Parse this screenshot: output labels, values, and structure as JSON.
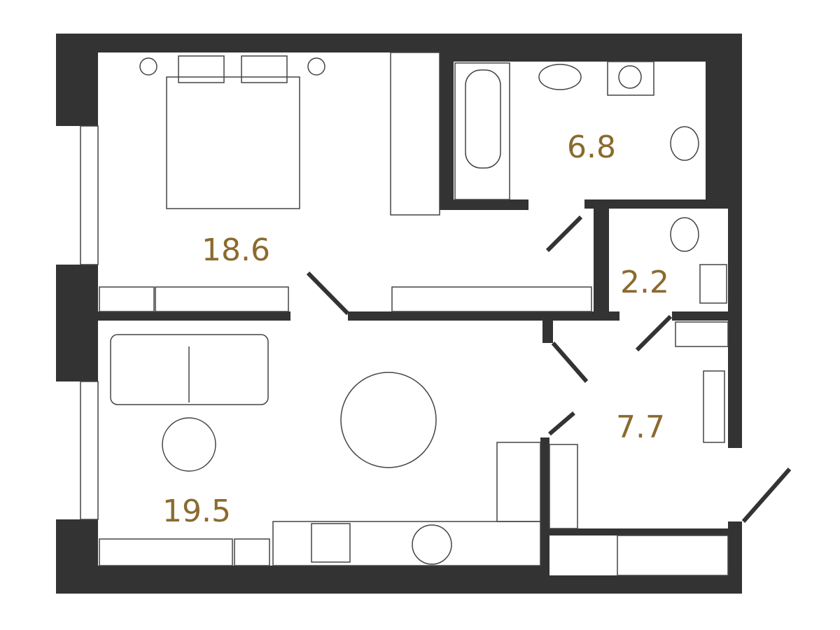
{
  "colors": {
    "wall": "#333333",
    "area_label": "#8b6a2e",
    "furniture": "#444444"
  },
  "rooms": [
    {
      "name": "bedroom",
      "area": "18.6"
    },
    {
      "name": "bathroom",
      "area": "6.8"
    },
    {
      "name": "wc",
      "area": "2.2"
    },
    {
      "name": "hallway",
      "area": "7.7"
    },
    {
      "name": "living-kitchen",
      "area": "19.5"
    }
  ]
}
